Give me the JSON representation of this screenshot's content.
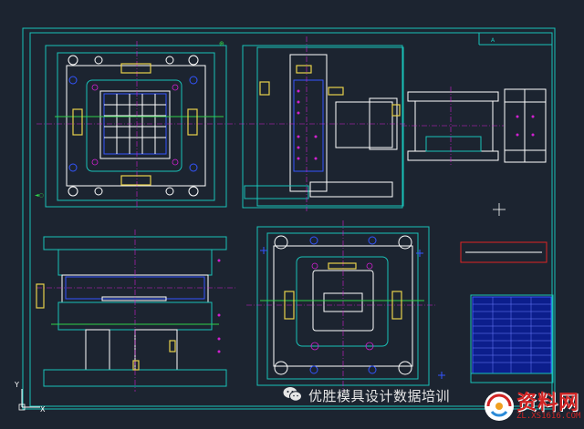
{
  "app": {
    "canvas_background": "#1c2430",
    "colors": {
      "frame": "#19c2b8",
      "outline": "#ffffff",
      "blue": "#3355ff",
      "magenta": "#d020d0",
      "yellow": "#e8d24a",
      "green": "#2fd24a",
      "red": "#e02424"
    }
  },
  "drawing": {
    "corner_label": "A",
    "ucs_axis_y": "Y",
    "ucs_axis_x": "X"
  },
  "watermark": {
    "text": "优胜模具设计数据培训",
    "icon": "wechat-icon"
  },
  "logo": {
    "name": "资料网",
    "url_text": "ZL.XS1616.COM"
  }
}
